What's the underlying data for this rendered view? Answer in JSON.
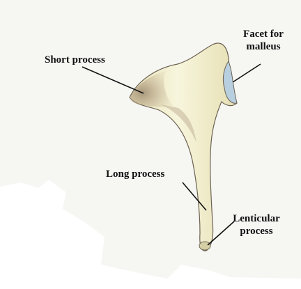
{
  "labels": {
    "short_process": "Short process",
    "facet_line1": "Facet for",
    "facet_line2": "malleus",
    "long_process": "Long process",
    "lenticular_line1": "Lenticular",
    "lenticular_line2": "process"
  },
  "colors": {
    "bone_fill": "#f3f0cf",
    "bone_shadow": "#b7a58a",
    "bone_outline": "#6b6252",
    "facet_blue": "#b8cfe0",
    "leader_line": "#111111",
    "background": "#f6f6f3"
  }
}
